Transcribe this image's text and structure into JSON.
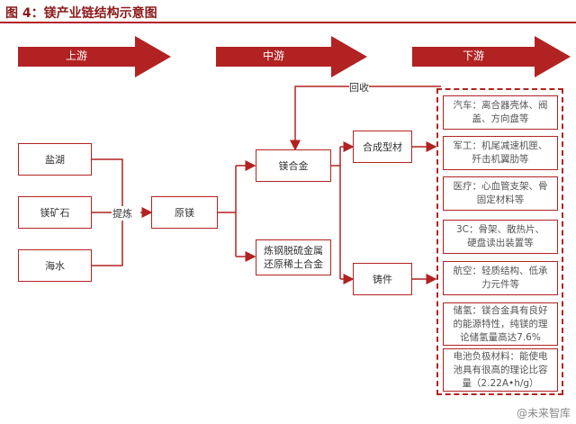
{
  "title": "图 4：镁产业链结构示意图",
  "stages": {
    "upstream": "上游",
    "midstream": "中游",
    "downstream": "下游"
  },
  "recycle_label": "回收",
  "refine_label": "提炼",
  "sources": [
    "盐湖",
    "镁矿石",
    "海水"
  ],
  "primary": "原镁",
  "mid": {
    "alloy": "镁合金",
    "steel": "炼钢脱硫金属\n还原稀土合金"
  },
  "products": {
    "profile": "合成型材",
    "casting": "铸件"
  },
  "applications": [
    "汽车：离合器壳体、阀\n盖、方向盘等",
    "军工：机尾减速机匣、\n歼击机翼肋等",
    "医疗：心血管支架、骨\n固定材料等",
    "3C：骨架、散热片、\n硬盘读出装置等",
    "航空：轻质结构、低承\n力元件等",
    "储氢：镁合金具有良好\n的能源特性，纯镁的理\n论储氢量高达7.6%",
    "电池负极材料：能使电\n池具有很高的理论比容\n量（2.22A•h/g）"
  ],
  "watermark": "@未来智库",
  "colors": {
    "accent": "#b22222",
    "title": "#8b1a1a"
  }
}
